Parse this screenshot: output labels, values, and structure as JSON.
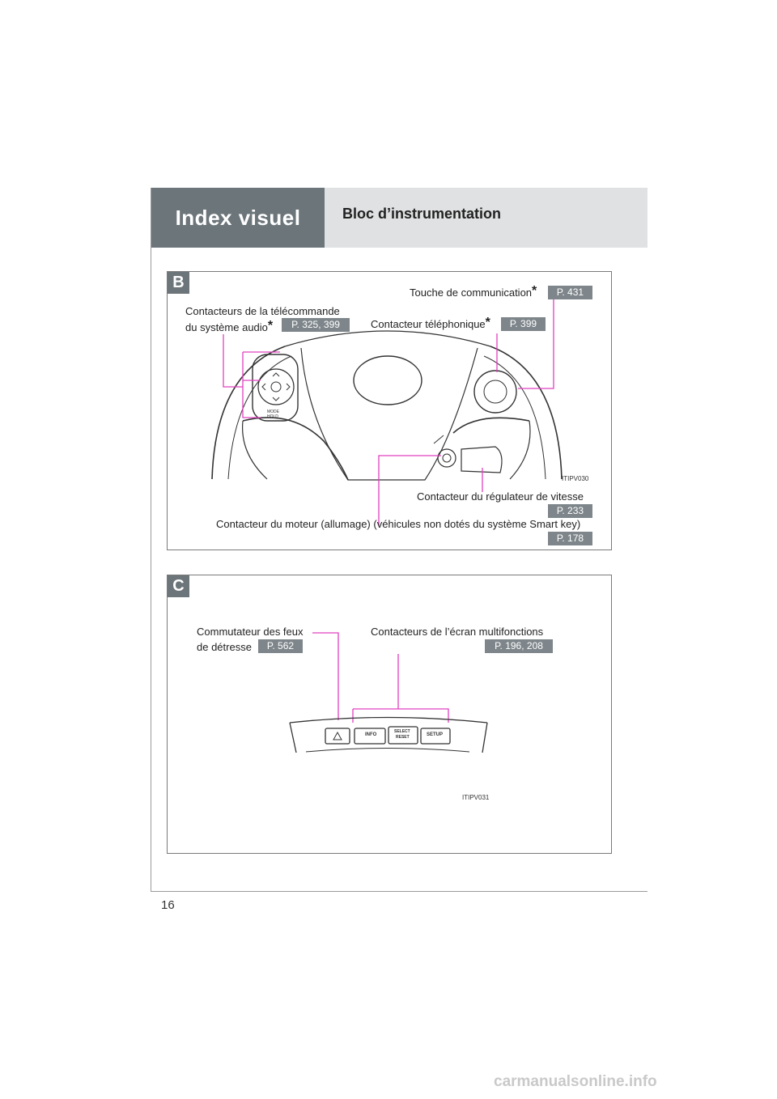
{
  "header": {
    "title": "Index visuel",
    "subtitle": "Bloc d’instrumentation"
  },
  "page_number": "16",
  "watermark": "carmanualsonline.info",
  "panel_b": {
    "letter": "B",
    "labels": {
      "audio_line1": "Contacteurs de la télécommande",
      "audio_line2": "du système audio",
      "audio_star": "*",
      "audio_ref": "P. 325, 399",
      "comm": "Touche de communication",
      "comm_star": "*",
      "comm_ref": "P. 431",
      "phone": "Contacteur téléphonique",
      "phone_star": "*",
      "phone_ref": "P. 399",
      "cruise": "Contacteur du régulateur de vitesse",
      "cruise_ref": "P. 233",
      "engine": "Contacteur du moteur (allumage) (véhicules non dotés du système Smart key)",
      "engine_ref": "P. 178"
    },
    "image_code": "ITIPV030",
    "wheel_text": {
      "mode": "MODE",
      "hold": "HOLD"
    }
  },
  "panel_c": {
    "letter": "C",
    "labels": {
      "hazard_line1": "Commutateur des feux",
      "hazard_line2": "de détresse",
      "hazard_ref": "P. 562",
      "multi": "Contacteurs de l’écran multifonctions",
      "multi_ref": "P. 196, 208"
    },
    "image_code": "ITIPV031",
    "buttons": {
      "info": "INFO",
      "select": "SELECT",
      "reset": "RESET",
      "setup": "SETUP"
    }
  },
  "colors": {
    "header_dark": "#6c757a",
    "header_light": "#dfe1e2",
    "leader": "#e040c0",
    "ref_badge": "#7e868b"
  }
}
